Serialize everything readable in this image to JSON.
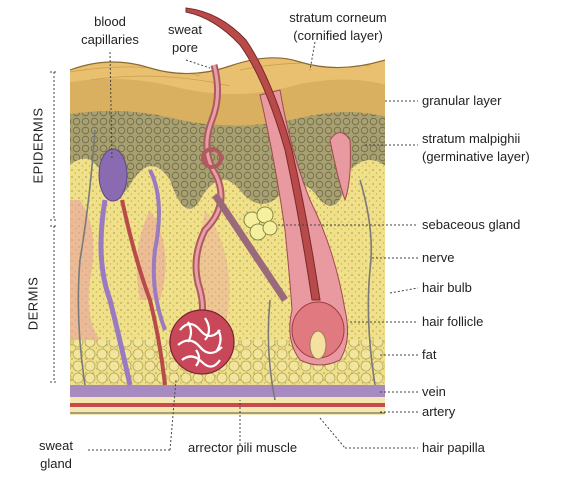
{
  "diagram": {
    "colors": {
      "corneum": "#e8c070",
      "granular": "#d8b060",
      "malpighii": "#a8a070",
      "dermis": "#f0e08a",
      "hair": "#b84a4a",
      "pink": "#e89aa0",
      "vein": "#a78bc0",
      "artery": "#c84a4a",
      "nerve": "#8a8a8a"
    },
    "labels": {
      "blood_capillaries_1": "blood",
      "blood_capillaries_2": "capillaries",
      "sweat_pore_1": "sweat",
      "sweat_pore_2": "pore",
      "stratum_corneum_1": "stratum corneum",
      "stratum_corneum_2": "(cornified layer)",
      "granular_layer": "granular layer",
      "stratum_malpighii_1": "stratum malpighii",
      "stratum_malpighii_2": "(germinative layer)",
      "sebaceous_gland": "sebaceous gland",
      "nerve": "nerve",
      "hair_bulb": "hair bulb",
      "hair_follicle": "hair follicle",
      "fat": "fat",
      "vein": "vein",
      "artery": "artery",
      "hair_papilla": "hair papilla",
      "arrector_pili_muscle": "arrector pili muscle",
      "sweat_gland_1": "sweat",
      "sweat_gland_2": "gland",
      "epidermis": "EPIDERMIS",
      "dermis": "DERMIS"
    }
  }
}
